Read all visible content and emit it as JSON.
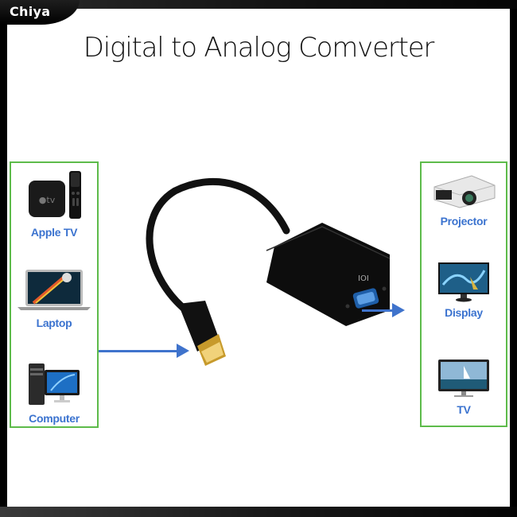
{
  "brand": {
    "name": "Chiya"
  },
  "title": "Digital to Analog Comverter",
  "colors": {
    "box_border": "#5dbb4a",
    "label_blue": "#3b73cf",
    "arrow_blue": "#3f73cc",
    "frame": "#000000"
  },
  "inputs": {
    "items": [
      {
        "label": "Apple TV",
        "icon": "apple-tv-icon"
      },
      {
        "label": "Laptop",
        "icon": "laptop-icon"
      },
      {
        "label": "Computer",
        "icon": "desktop-computer-icon"
      }
    ]
  },
  "product": {
    "name": "HDMI to VGA adapter",
    "input_connector": "HDMI male plug",
    "output_connector": "VGA female port"
  },
  "outputs": {
    "items": [
      {
        "label": "Projector",
        "icon": "projector-icon"
      },
      {
        "label": "Display",
        "icon": "monitor-icon"
      },
      {
        "label": "TV",
        "icon": "tv-icon"
      }
    ]
  }
}
